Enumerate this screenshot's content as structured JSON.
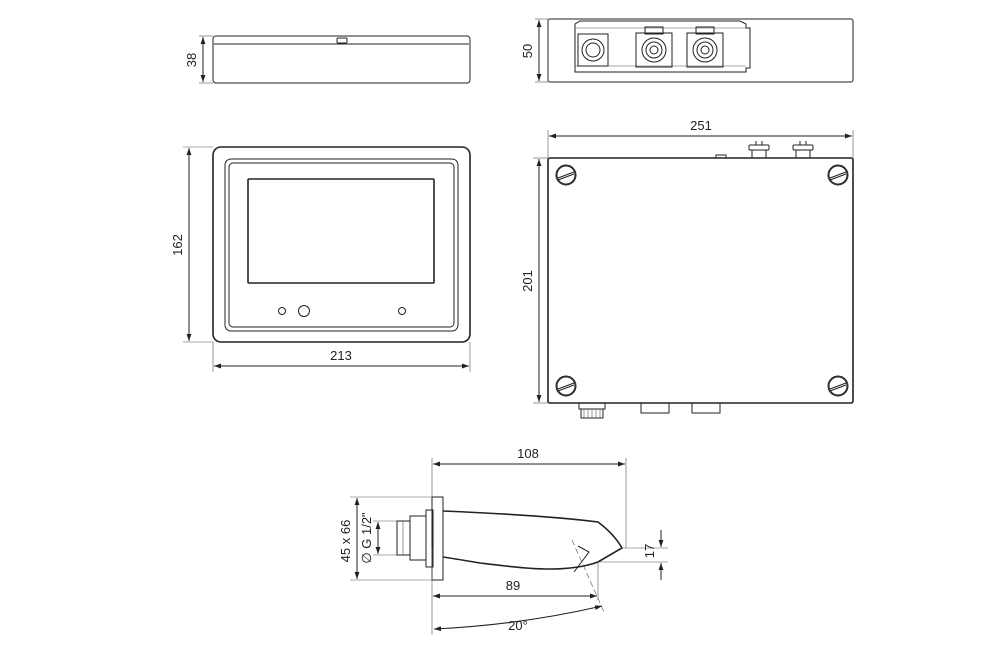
{
  "dimensions": {
    "panel_side_height": "38",
    "box_side_height": "50",
    "box_width": "251",
    "panel_height": "162",
    "box_height": "201",
    "panel_width": "213",
    "spout_length": "108",
    "spout_base_size": "45 x 66",
    "spout_thread": "∅ G 1/2\"",
    "spout_tip_height": "17",
    "spout_reach": "89",
    "spout_angle": "20°"
  }
}
